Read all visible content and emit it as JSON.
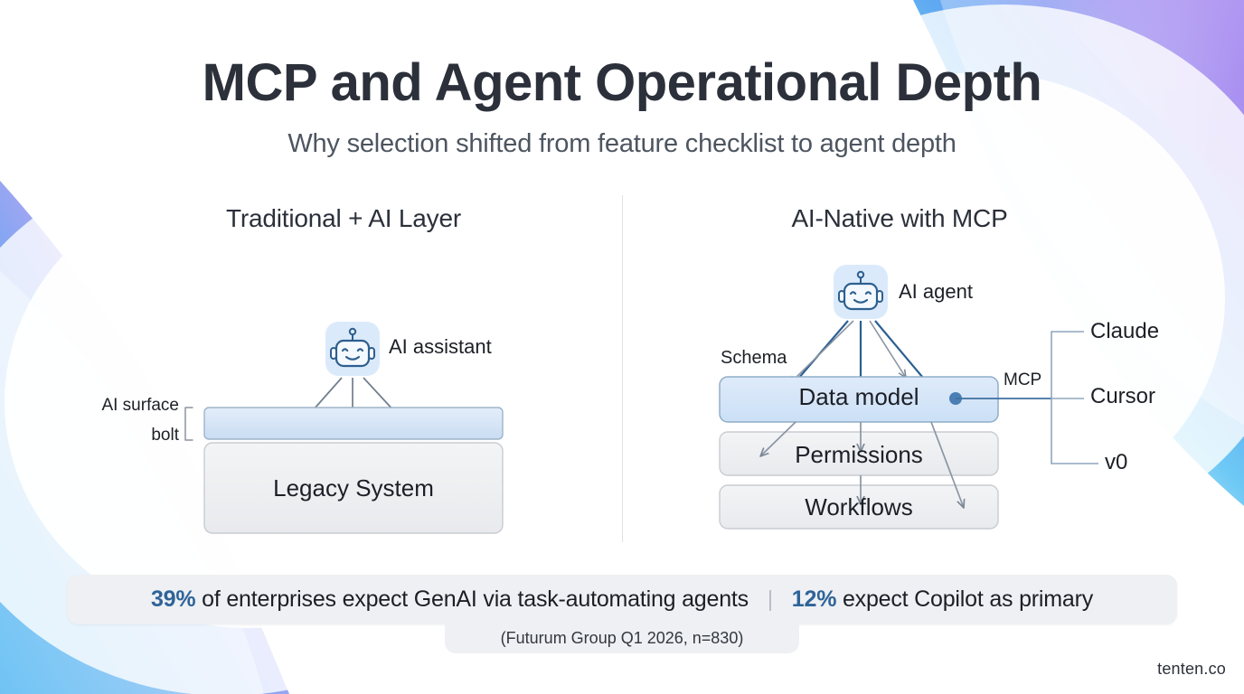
{
  "header": {
    "title": "MCP and Agent Operational Depth",
    "subtitle": "Why selection shifted from feature checklist to agent depth"
  },
  "panels": {
    "left": {
      "heading": "Traditional + AI Layer",
      "agent_label": "AI assistant",
      "agent_icon": "robot-icon",
      "bracket_labels": [
        "AI surface",
        "bolt"
      ],
      "surface_bar": {
        "fill": "#dbe8f7",
        "border": "#9fb3c8"
      },
      "base_box": {
        "label": "Legacy System",
        "fill": "#eff0f2",
        "border": "#c8ccd2"
      },
      "arrow_count": 3
    },
    "right": {
      "heading": "AI-Native with MCP",
      "agent_label": "AI agent",
      "agent_icon": "robot-icon",
      "schema_label": "Schema",
      "mcp_label": "MCP",
      "layers": [
        {
          "label": "Data model",
          "fill": "#d3e4f7",
          "border": "#8faec9",
          "highlighted": true
        },
        {
          "label": "Permissions",
          "fill": "#eef0f3",
          "border": "#c8ccd2",
          "highlighted": false
        },
        {
          "label": "Workflows",
          "fill": "#eef0f3",
          "border": "#c8ccd2",
          "highlighted": false
        }
      ],
      "mcp_clients": [
        "Claude",
        "Cursor",
        "v0"
      ],
      "connector_dot": "#4a7fb5"
    }
  },
  "stats": {
    "left_pct": "39%",
    "left_text": "of enterprises expect GenAI via task-automating agents",
    "separator": "|",
    "right_pct": "12%",
    "right_text": "expect Copilot as primary",
    "source": "(Futurum Group Q1 2026, n=830)",
    "accent": "#2f6399"
  },
  "footer": {
    "brand": "tenten.co"
  }
}
